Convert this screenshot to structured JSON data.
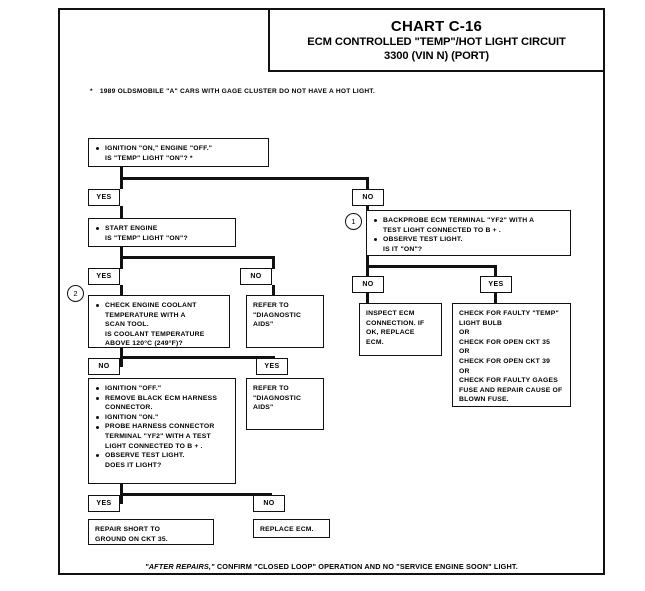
{
  "title": {
    "chart_number": "CHART C-16",
    "subtitle_line1": "ECM CONTROLLED \"TEMP\"/HOT LIGHT CIRCUIT",
    "subtitle_line2": "3300  (VIN N)  (PORT)"
  },
  "note": {
    "marker": "*",
    "text": "1989 OLDSMOBILE \"A\" CARS WITH GAGE CLUSTER DO NOT HAVE A HOT LIGHT."
  },
  "footer": {
    "lead": "\"AFTER REPAIRS,\"",
    "text": " CONFIRM \"CLOSED LOOP\" OPERATION AND NO \"SERVICE ENGINE SOON\" LIGHT."
  },
  "labels": {
    "yes": "YES",
    "no": "NO",
    "step1": "1",
    "step2": "2"
  },
  "boxes": {
    "start": {
      "lines": [
        "IGNITION \"ON,\" ENGINE \"OFF.\"",
        "IS \"TEMP\" LIGHT \"ON\"? *"
      ]
    },
    "start_engine": {
      "lines": [
        "START ENGINE",
        "IS \"TEMP\" LIGHT \"ON\"?"
      ]
    },
    "coolant_temp": {
      "lines": [
        "CHECK ENGINE COOLANT",
        "TEMPERATURE WITH A",
        "SCAN TOOL.",
        "IS COOLANT TEMPERATURE",
        "ABOVE 120°C (249°F)?"
      ]
    },
    "diag_aids_1": {
      "text": "REFER TO\n\"DIAGNOSTIC\nAIDS\""
    },
    "diag_aids_2": {
      "text": "REFER TO\n\"DIAGNOSTIC\nAIDS\""
    },
    "backprobe": {
      "lines": [
        "BACKPROBE ECM TERMINAL \"YF2\" WITH A",
        "TEST LIGHT CONNECTED TO B + .",
        "OBSERVE TEST LIGHT.",
        "IS IT \"ON\"?"
      ]
    },
    "inspect_ecm": {
      "text": "INSPECT ECM\nCONNECTION. IF\nOK, REPLACE\nECM."
    },
    "check_faulty": {
      "text": "CHECK FOR FAULTY \"TEMP\"\nLIGHT BULB\nOR\nCHECK FOR OPEN CKT 35\nOR\nCHECK FOR OPEN CKT 39\nOR\nCHECK FOR FAULTY GAGES\nFUSE AND REPAIR CAUSE OF\nBLOWN FUSE."
    },
    "harness_probe": {
      "lines": [
        "IGNITION \"OFF.\"",
        "REMOVE BLACK ECM HARNESS",
        "CONNECTOR.",
        "IGNITION \"ON.\"",
        "PROBE HARNESS CONNECTOR",
        "TERMINAL \"YF2\" WITH A TEST",
        "LIGHT CONNECTED TO B + .",
        "OBSERVE TEST LIGHT.",
        "DOES IT LIGHT?"
      ]
    },
    "repair_short": {
      "text": "REPAIR SHORT TO\nGROUND ON CKT 35."
    },
    "replace_ecm": {
      "text": "REPLACE ECM."
    }
  }
}
